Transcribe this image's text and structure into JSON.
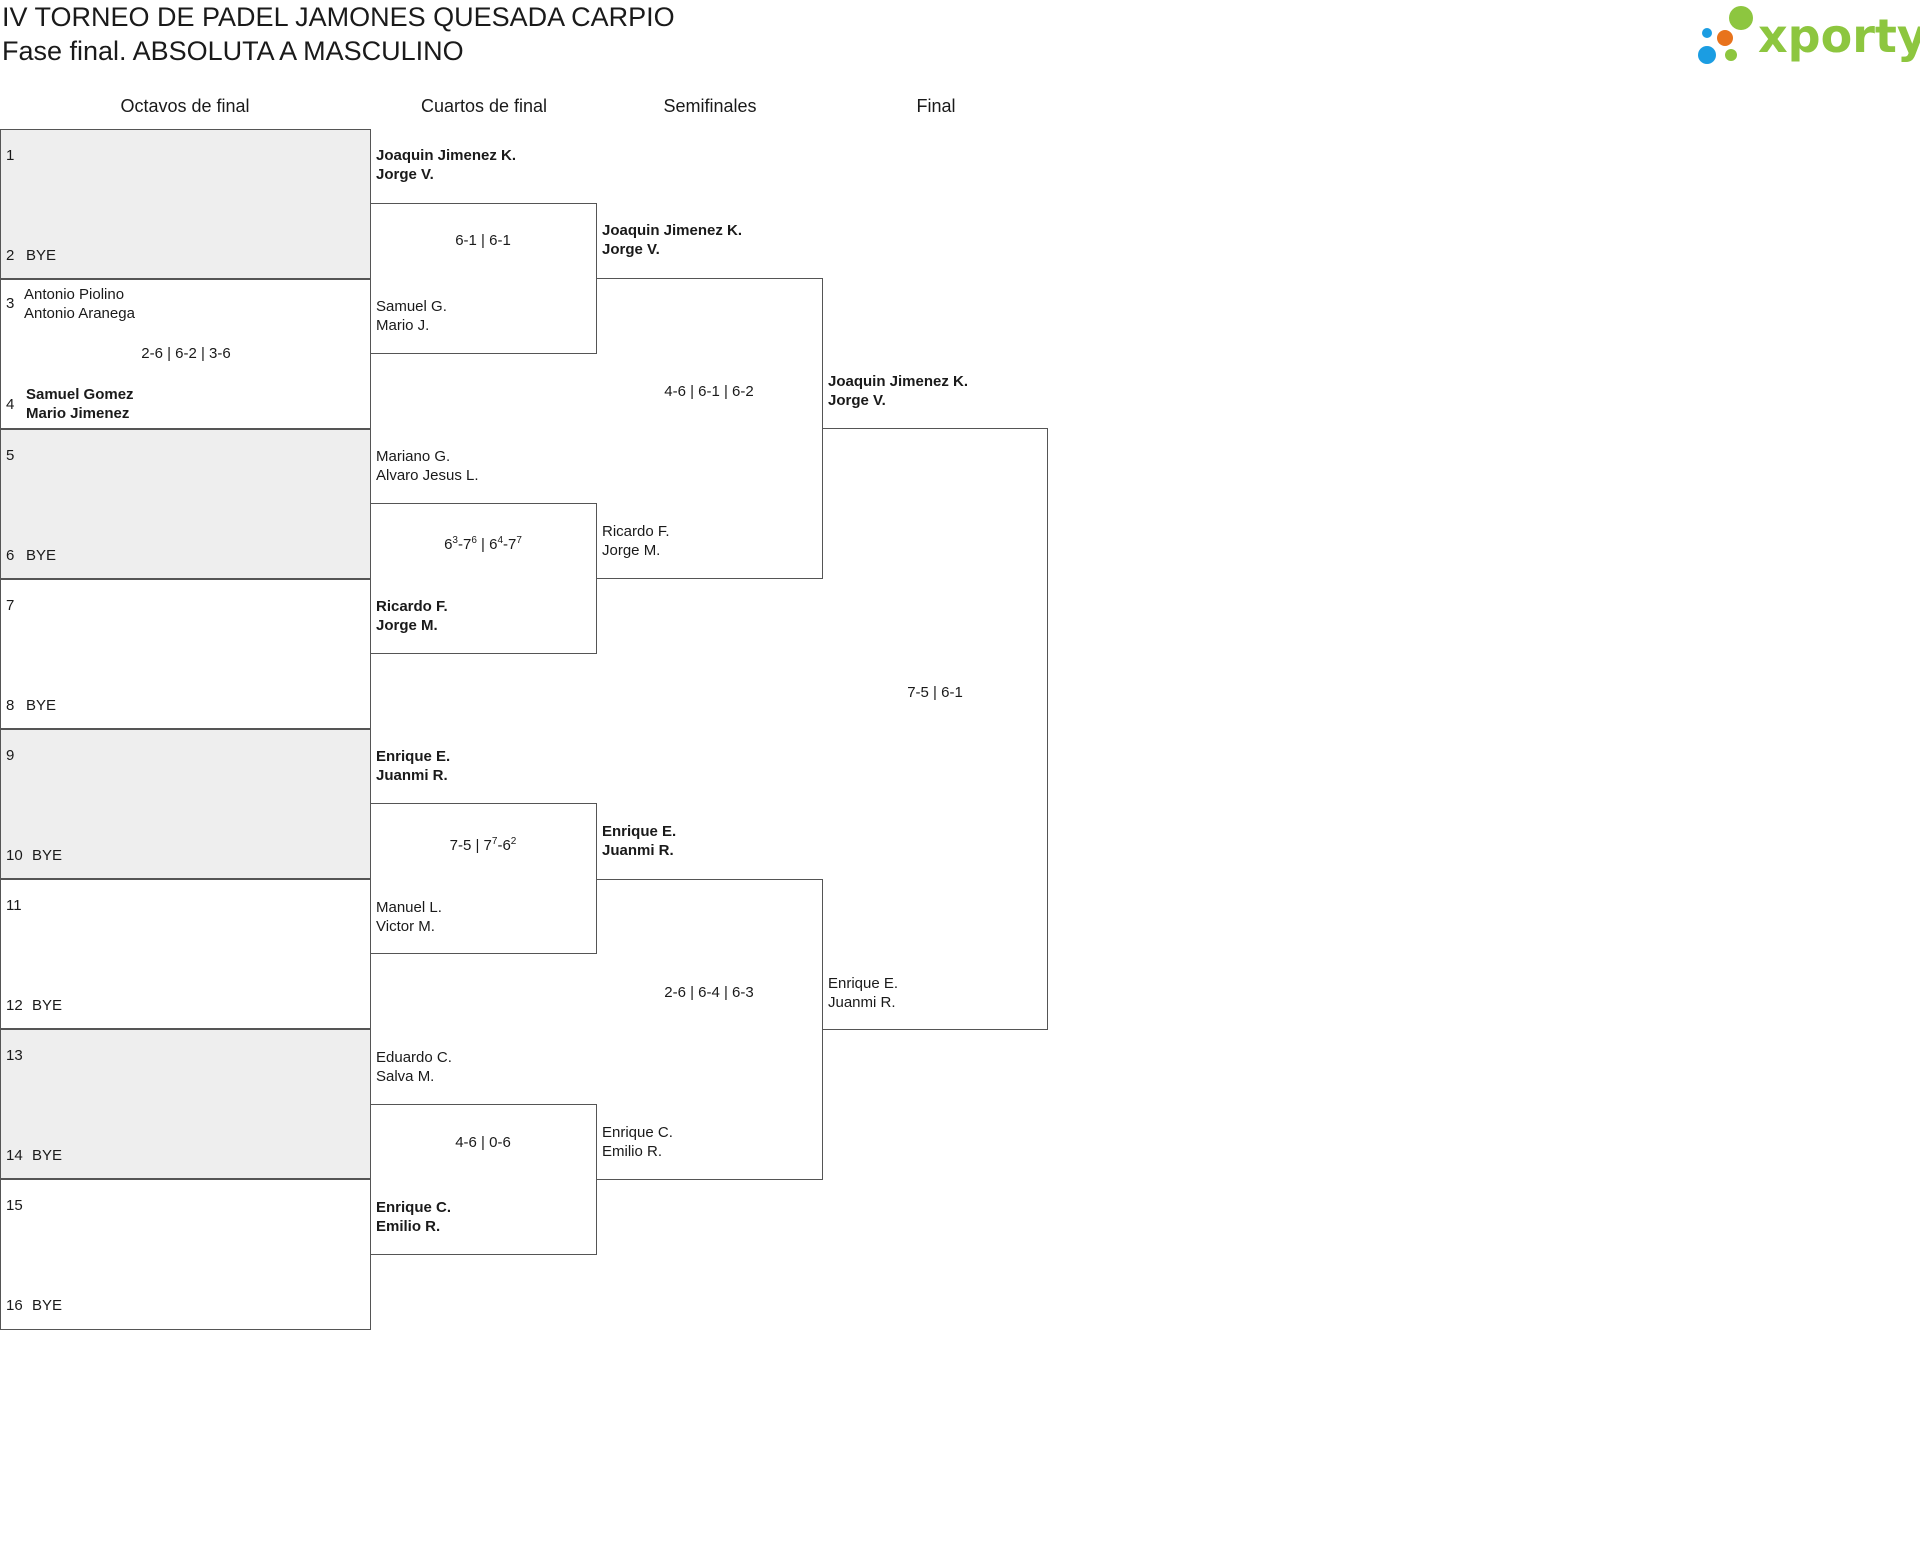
{
  "header": {
    "title": "IV TORNEO DE PADEL JAMONES QUESADA CARPIO",
    "subtitle": "Fase final. ABSOLUTA A MASCULINO",
    "logo_text": "xporty",
    "logo_colors": {
      "green": "#8dc63f",
      "orange": "#e8731c",
      "blue": "#1b9de2"
    }
  },
  "rounds": [
    "Octavos de final",
    "Cuartos de final",
    "Semifinales",
    "Final"
  ],
  "octavos": {
    "bye_label": "BYE",
    "slots": [
      "1",
      "2",
      "3",
      "4",
      "5",
      "6",
      "7",
      "8",
      "9",
      "10",
      "11",
      "12",
      "13",
      "14",
      "15",
      "16"
    ],
    "match2": {
      "team_a": [
        "Antonio Piolino",
        "Antonio Aranega"
      ],
      "team_b": [
        "Samuel Gomez",
        "Mario Jimenez"
      ],
      "score": "2-6 | 6-2 | 3-6"
    }
  },
  "cuartos": {
    "teams": [
      [
        "Joaquin Jimenez K.",
        "Jorge V."
      ],
      [
        "Samuel G.",
        "Mario J."
      ],
      [
        "Mariano G.",
        "Alvaro Jesus L."
      ],
      [
        "Ricardo F.",
        "Jorge M."
      ],
      [
        "Enrique E.",
        "Juanmi R."
      ],
      [
        "Manuel L.",
        "Victor M."
      ],
      [
        "Eduardo C.",
        "Salva M."
      ],
      [
        "Enrique C.",
        "Emilio R."
      ]
    ],
    "scores": [
      "6-1 | 6-1",
      "",
      "7-5 | 7-6",
      "4-6 | 0-6"
    ],
    "score2_parts": [
      {
        "base": "6",
        "sup": "3"
      },
      {
        "base": "-7",
        "sup": "6"
      },
      {
        "base": " | 6",
        "sup": "4"
      },
      {
        "base": "-7",
        "sup": "7"
      }
    ],
    "score3_parts": [
      {
        "base": "7-5 | 7",
        "sup": "7"
      },
      {
        "base": "-6",
        "sup": "2"
      }
    ]
  },
  "semis": {
    "teams": [
      [
        "Joaquin Jimenez K.",
        "Jorge V."
      ],
      [
        "Ricardo F.",
        "Jorge M."
      ],
      [
        "Enrique E.",
        "Juanmi R."
      ],
      [
        "Enrique C.",
        "Emilio R."
      ]
    ],
    "scores": [
      "4-6 | 6-1 | 6-2",
      "2-6 | 6-4 | 6-3"
    ]
  },
  "final": {
    "teams": [
      [
        "Joaquin Jimenez K.",
        "Jorge V."
      ],
      [
        "Enrique E.",
        "Juanmi R."
      ]
    ],
    "score": "7-5 | 6-1"
  }
}
